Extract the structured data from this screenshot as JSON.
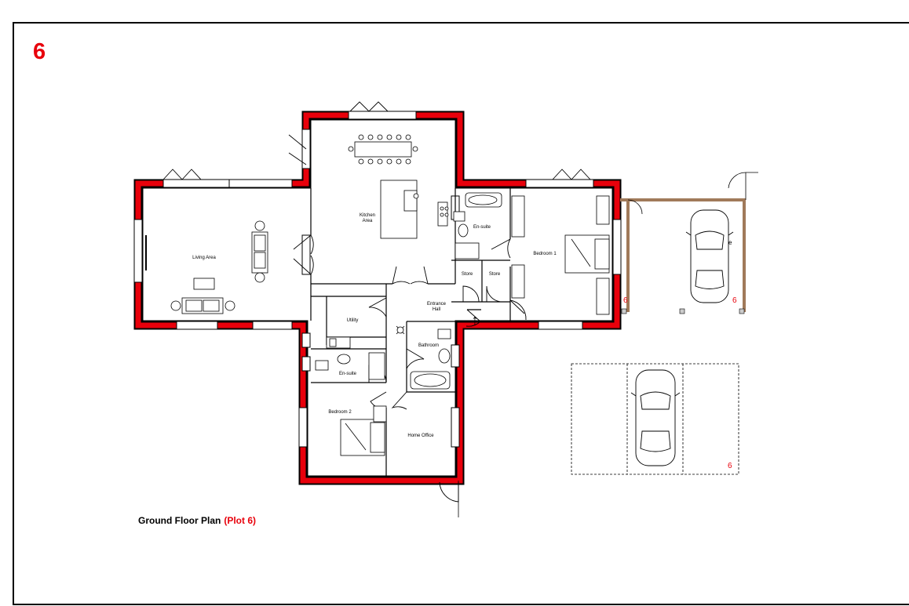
{
  "plot_number": "6",
  "caption": {
    "title": "Ground Floor Plan",
    "plot": "(Plot 6)"
  },
  "rooms": {
    "living": "Living Area",
    "kitchen_1": "Kitchen",
    "kitchen_2": "Area",
    "ensuite_top": "En-suite",
    "bedroom1": "Bedroom 1",
    "store_a": "Store",
    "store_b": "Store",
    "entrance_1": "Entrance",
    "entrance_2": "Hall",
    "utility": "Utility",
    "bathroom": "Bathroom",
    "ensuite_bottom": "En-suite",
    "bedroom2": "Bedroom 2",
    "office": "Home Office"
  },
  "markers": {
    "garage_left": "6",
    "garage_right": "6",
    "bay": "6",
    "garage_e": "e"
  },
  "colors": {
    "wall_red": "#e8000b",
    "label_red": "#e8000b",
    "garage_wall": "#a07a5a"
  }
}
